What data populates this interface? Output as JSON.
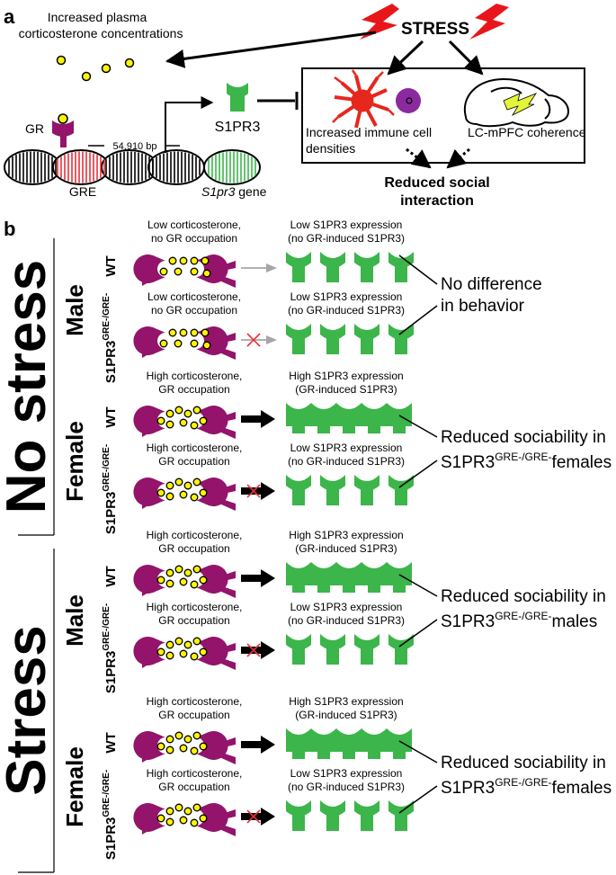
{
  "panel_a": {
    "label": "a",
    "stress": "STRESS",
    "plasma_line1": "Increased plasma",
    "plasma_line2": "corticosterone concentrations",
    "gr": "GR",
    "distance": "54,910 bp",
    "gre": "GRE",
    "gene_italic": "S1pr3",
    "gene_suffix": " gene",
    "receptor": "S1PR3",
    "immune_line1": "Increased immune cell",
    "immune_line2": "densities",
    "coherence": "LC-mPFC coherence",
    "outcome_line1": "Reduced social",
    "outcome_line2": "interaction"
  },
  "panel_b": {
    "label": "b",
    "conditions": [
      {
        "name": "No stress",
        "sexes": [
          {
            "sex": "Male",
            "outcome_plain": [
              "No difference",
              "in behavior"
            ],
            "rows": [
              {
                "genotype": "WT",
                "cort_line1": "Low corticosterone,",
                "cort_line2": "no GR occupation",
                "arrow": "gray",
                "expr_line1": "Low S1PR3 expression",
                "expr_line2": "(no GR-induced S1PR3)",
                "expression": "low"
              },
              {
                "genotype": "S1PR3",
                "genotype_sup": "GRE-/GRE-",
                "cort_line1": "Low corticosterone,",
                "cort_line2": "no GR occupation",
                "arrow": "gray-blocked",
                "expr_line1": "Low S1PR3 expression",
                "expr_line2": "(no GR-induced S1PR3)",
                "expression": "low"
              }
            ]
          },
          {
            "sex": "Female",
            "outcome_line1": "Reduced sociability in",
            "outcome_base": "S1PR3",
            "outcome_sup": "GRE-/GRE-",
            "outcome_tail": "females",
            "rows": [
              {
                "genotype": "WT",
                "cort_line1": "High corticosterone,",
                "cort_line2": "GR occupation",
                "arrow": "black",
                "expr_line1": "High S1PR3 expression",
                "expr_line2": "(GR-induced S1PR3)",
                "expression": "high"
              },
              {
                "genotype": "S1PR3",
                "genotype_sup": "GRE-/GRE-",
                "cort_line1": "High corticosterone,",
                "cort_line2": "GR occupation",
                "arrow": "black-blocked",
                "expr_line1": "Low S1PR3 expression",
                "expr_line2": "(no GR-induced S1PR3)",
                "expression": "low"
              }
            ]
          }
        ]
      },
      {
        "name": "Stress",
        "sexes": [
          {
            "sex": "Male",
            "outcome_line1": "Reduced sociability in",
            "outcome_base": "S1PR3",
            "outcome_sup": "GRE-/GRE-",
            "outcome_tail": "males",
            "rows": [
              {
                "genotype": "WT",
                "cort_line1": "High corticosterone,",
                "cort_line2": "GR occupation",
                "arrow": "black",
                "expr_line1": "High S1PR3 expression",
                "expr_line2": "(GR-induced S1PR3)",
                "expression": "high"
              },
              {
                "genotype": "S1PR3",
                "genotype_sup": "GRE-/GRE-",
                "cort_line1": "High corticosterone,",
                "cort_line2": "GR occupation",
                "arrow": "black-blocked",
                "expr_line1": "Low S1PR3 expression",
                "expr_line2": "(no GR-induced S1PR3)",
                "expression": "low"
              }
            ]
          },
          {
            "sex": "Female",
            "outcome_line1": "Reduced sociability in",
            "outcome_base": "S1PR3",
            "outcome_sup": "GRE-/GRE-",
            "outcome_tail": "females",
            "rows": [
              {
                "genotype": "WT",
                "cort_line1": "High corticosterone,",
                "cort_line2": "GR occupation",
                "arrow": "black",
                "expr_line1": "High S1PR3 expression",
                "expr_line2": "(GR-induced S1PR3)",
                "expression": "high"
              },
              {
                "genotype": "S1PR3",
                "genotype_sup": "GRE-/GRE-",
                "cort_line1": "High corticosterone,",
                "cort_line2": "GR occupation",
                "arrow": "black-blocked",
                "expr_line1": "Low S1PR3 expression",
                "expr_line2": "(no GR-induced S1PR3)",
                "expression": "low"
              }
            ]
          }
        ]
      }
    ]
  },
  "colors": {
    "receptor_purple": "#93146a",
    "s1pr3_green": "#3cb54a",
    "ligand_yellow": "#fdf400",
    "stress_red": "#e8161b",
    "gre_red": "#e8323a",
    "gene_green": "#3cb54a",
    "immune_red": "#e5271e",
    "cell_purple": "#8a2a9e",
    "gray_arrow": "#a6a6a6",
    "block_x": "#e8323a"
  }
}
